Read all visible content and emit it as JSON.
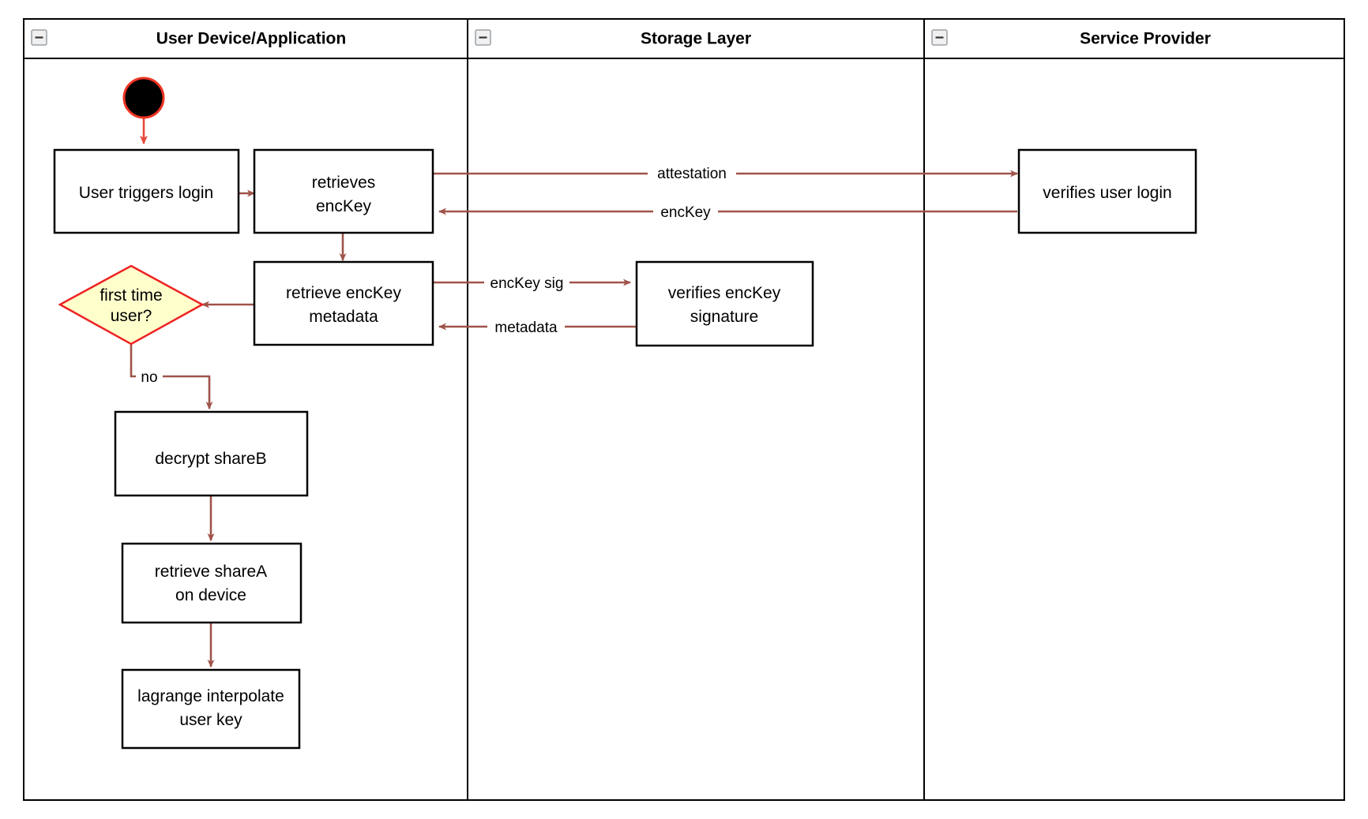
{
  "diagram": {
    "type": "swimlane-activity-diagram",
    "lanes": [
      {
        "id": "user-device",
        "title": "User Device/Application",
        "collapse_icon": "minus-box-icon"
      },
      {
        "id": "storage-layer",
        "title": "Storage Layer",
        "collapse_icon": "minus-box-icon"
      },
      {
        "id": "service-provider",
        "title": "Service Provider",
        "collapse_icon": "minus-box-icon"
      }
    ],
    "nodes": [
      {
        "id": "start",
        "shape": "initial-node",
        "label": ""
      },
      {
        "id": "user-triggers-login",
        "shape": "rect",
        "lane": "user-device",
        "label_line1": "User triggers login",
        "label_line2": ""
      },
      {
        "id": "retrieves-enckey",
        "shape": "rect",
        "lane": "user-device",
        "label_line1": "retrieves",
        "label_line2": "encKey"
      },
      {
        "id": "retrieve-enckey-metadata",
        "shape": "rect",
        "lane": "user-device",
        "label_line1": "retrieve encKey",
        "label_line2": "metadata"
      },
      {
        "id": "first-time-user",
        "shape": "diamond",
        "lane": "user-device",
        "label_line1": "first time",
        "label_line2": "user?"
      },
      {
        "id": "decrypt-shareb",
        "shape": "rect",
        "lane": "user-device",
        "label_line1": "decrypt shareB",
        "label_line2": ""
      },
      {
        "id": "retrieve-sharea-on-device",
        "shape": "rect",
        "lane": "user-device",
        "label_line1": "retrieve shareA",
        "label_line2": "on device"
      },
      {
        "id": "lagrange-interpolate-user-key",
        "shape": "rect",
        "lane": "user-device",
        "label_line1": "lagrange interpolate",
        "label_line2": "user key"
      },
      {
        "id": "verifies-enckey-signature",
        "shape": "rect",
        "lane": "storage-layer",
        "label_line1": "verifies encKey",
        "label_line2": "signature"
      },
      {
        "id": "verifies-user-login",
        "shape": "rect",
        "lane": "service-provider",
        "label_line1": "verifies user login",
        "label_line2": ""
      }
    ],
    "edges": [
      {
        "id": "start-to-login",
        "from": "start",
        "to": "user-triggers-login",
        "label": ""
      },
      {
        "id": "login-to-retrieves",
        "from": "user-triggers-login",
        "to": "retrieves-enckey",
        "label": ""
      },
      {
        "id": "retrieves-to-provider",
        "from": "retrieves-enckey",
        "to": "verifies-user-login",
        "label": "attestation"
      },
      {
        "id": "provider-to-retrieves",
        "from": "verifies-user-login",
        "to": "retrieves-enckey",
        "label": "encKey"
      },
      {
        "id": "retrieves-to-metadata",
        "from": "retrieves-enckey",
        "to": "retrieve-enckey-metadata",
        "label": ""
      },
      {
        "id": "metadata-to-storage",
        "from": "retrieve-enckey-metadata",
        "to": "verifies-enckey-signature",
        "label": "encKey sig"
      },
      {
        "id": "storage-to-metadata",
        "from": "verifies-enckey-signature",
        "to": "retrieve-enckey-metadata",
        "label": "metadata"
      },
      {
        "id": "metadata-to-decision",
        "from": "retrieve-enckey-metadata",
        "to": "first-time-user",
        "label": ""
      },
      {
        "id": "decision-to-decrypt",
        "from": "first-time-user",
        "to": "decrypt-shareb",
        "label": "no"
      },
      {
        "id": "decrypt-to-sharea",
        "from": "decrypt-shareb",
        "to": "retrieve-sharea-on-device",
        "label": ""
      },
      {
        "id": "sharea-to-lagrange",
        "from": "retrieve-sharea-on-device",
        "to": "lagrange-interpolate-user-key",
        "label": ""
      }
    ],
    "colors": {
      "flow_arrow": "#a0534a",
      "start_node_fill": "#000000",
      "start_node_stroke": "#ee3322",
      "decision_fill": "#ffffcc",
      "decision_stroke": "#ee2222",
      "node_stroke": "#000000",
      "lane_stroke": "#000000",
      "background": "#ffffff"
    }
  }
}
